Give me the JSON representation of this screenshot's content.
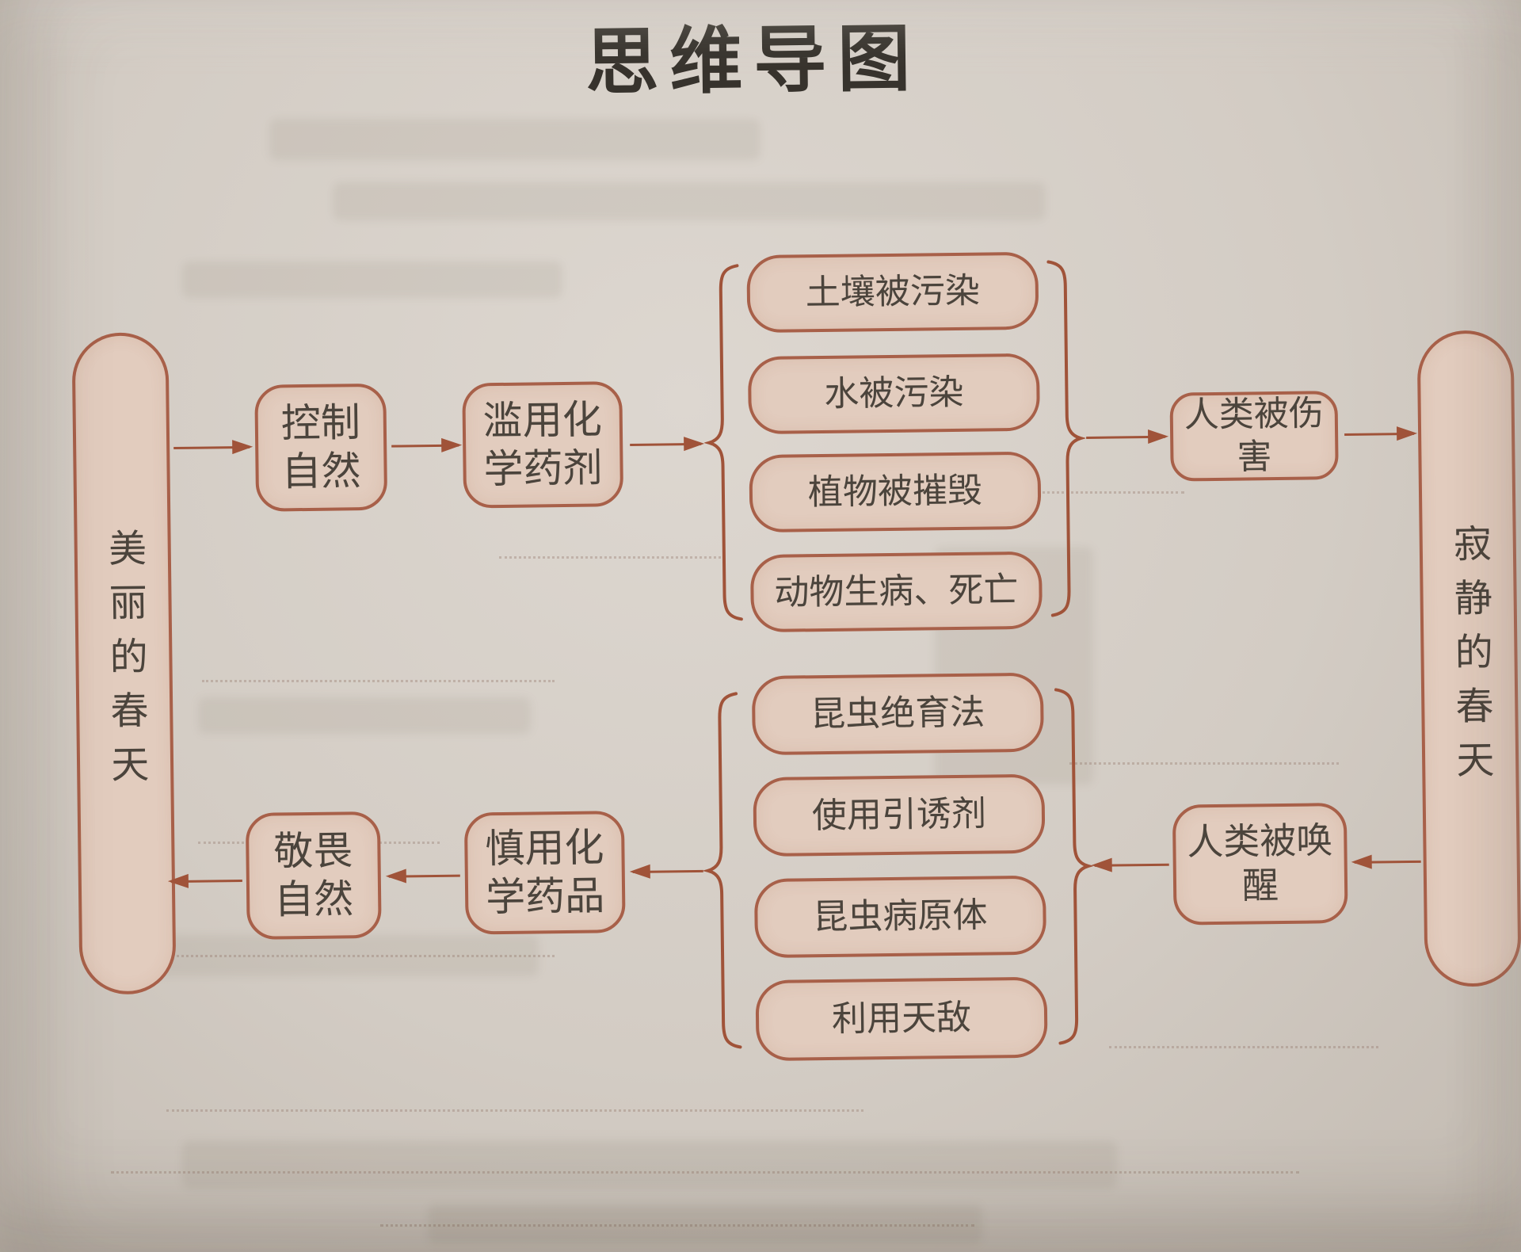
{
  "title": "思维导图",
  "nodes": {
    "beautiful_spring": "美丽的春天",
    "control_nature": "控制自然",
    "abuse_chemicals": "滥用化学药剂",
    "humans_harmed": "人类被伤害",
    "silent_spring": "寂静的春天",
    "humans_awakened": "人类被唤醒",
    "cautious_chemicals": "慎用化学药品",
    "revere_nature": "敬畏自然"
  },
  "top_branches": [
    "土壤被污染",
    "水被污染",
    "植物被摧毁",
    "动物生病、死亡"
  ],
  "bottom_branches": [
    "昆虫绝育法",
    "使用引诱剂",
    "昆虫病原体",
    "利用天敌"
  ],
  "colors": {
    "accent": "#a05339",
    "box_border": "#a86049",
    "box_fill": "#e2ccbe",
    "text": "#4b443c",
    "paper": "#d3ccc4"
  }
}
